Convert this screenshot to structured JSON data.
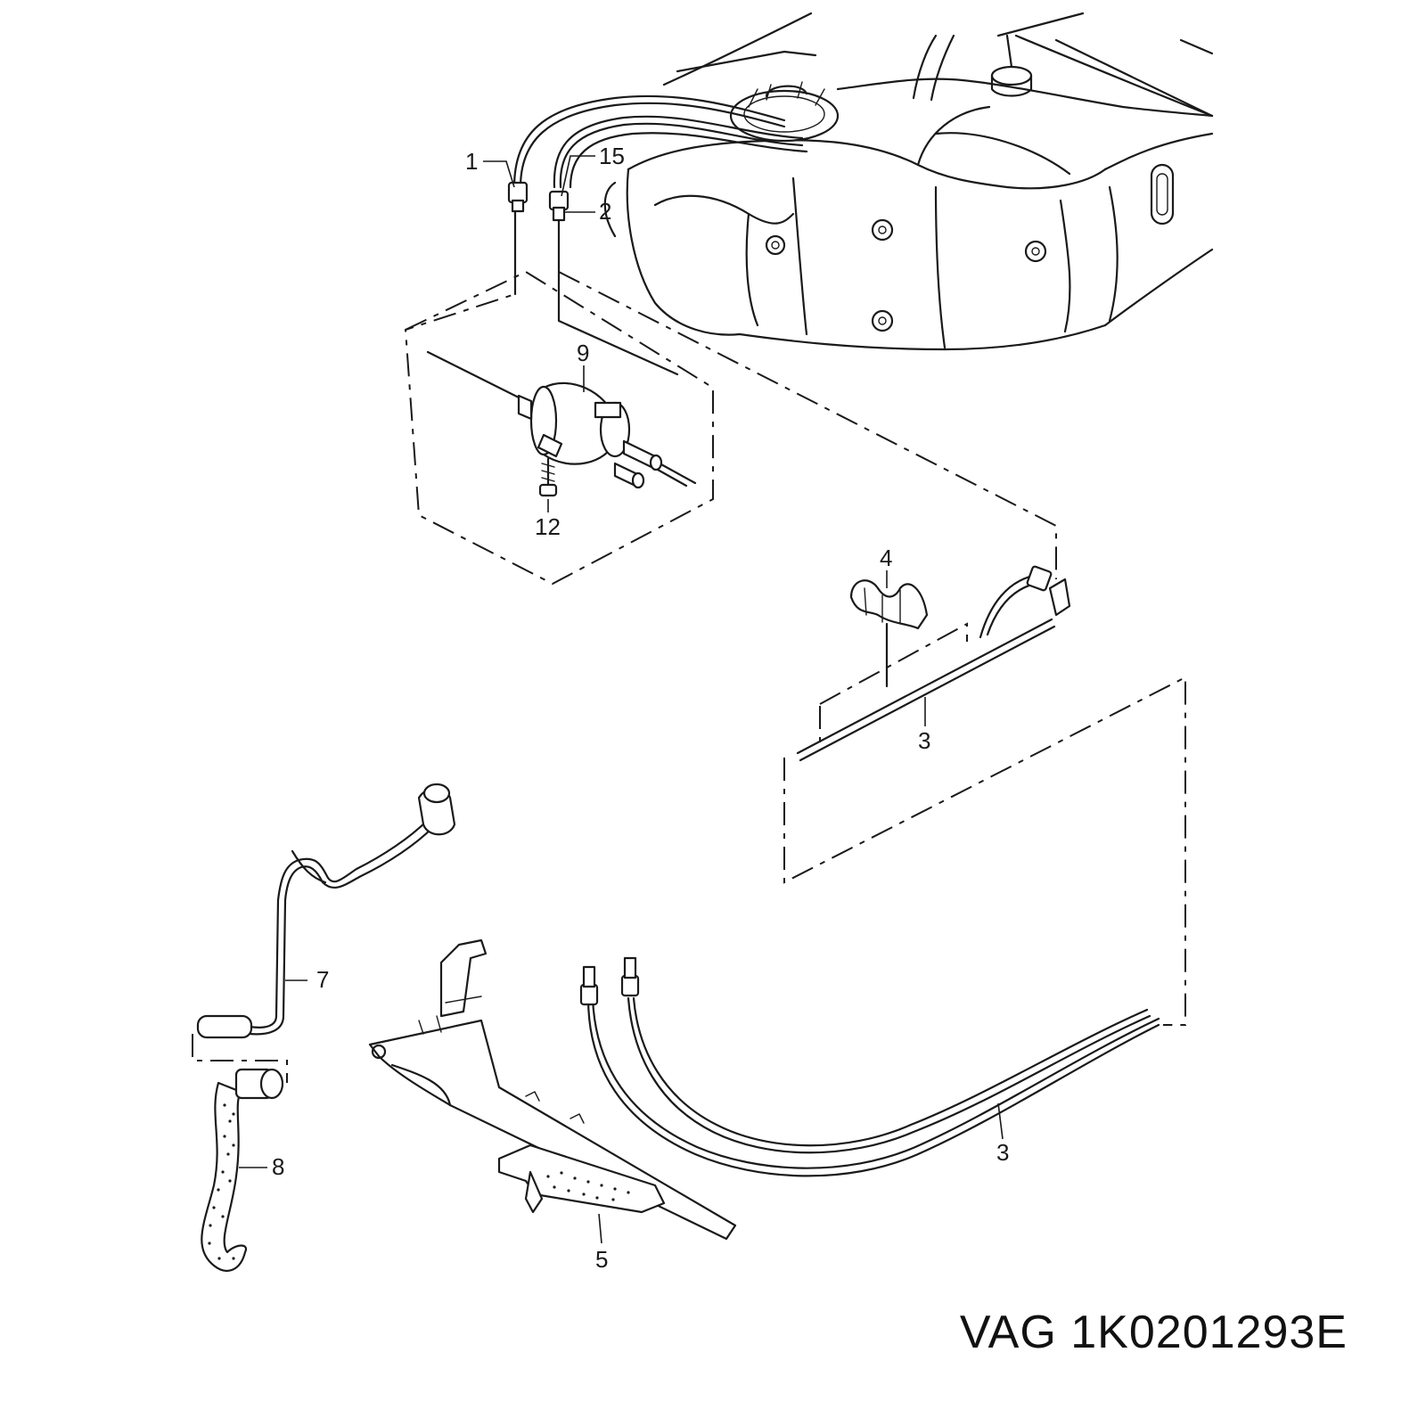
{
  "part_number": {
    "brand": "VAG",
    "number": "1K0201293E"
  },
  "callouts": {
    "c1": "1",
    "c2": "2",
    "c3a": "3",
    "c3b": "3",
    "c4": "4",
    "c5": "5",
    "c7": "7",
    "c8": "8",
    "c9": "9",
    "c12": "12",
    "c15": "15"
  }
}
